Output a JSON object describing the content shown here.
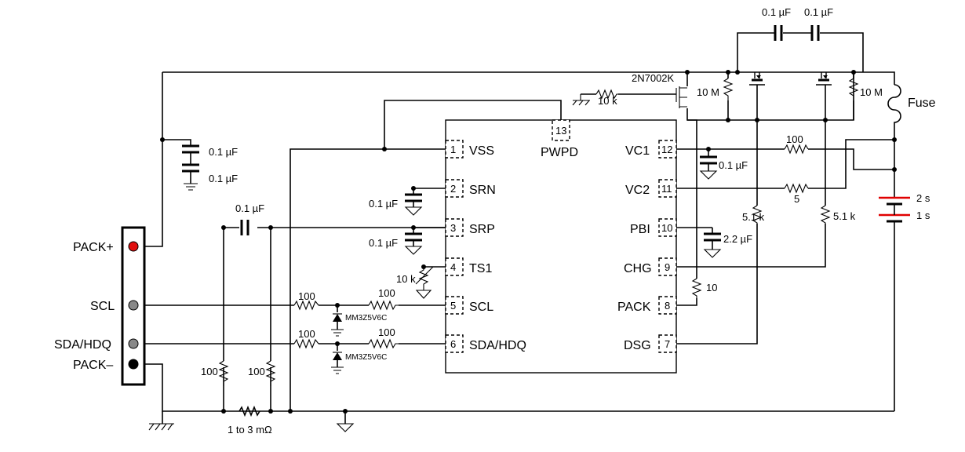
{
  "fuse_label": "Fuse",
  "mosfet_label": "2N7002K",
  "gate_resistor": "10 k",
  "chg_dsg_bias_resistors": [
    "10 M",
    "10 M"
  ],
  "fet_caps": [
    "0.1 µF",
    "0.1 µF"
  ],
  "cells": [
    "2 s",
    "1 s"
  ],
  "connector": {
    "pins": [
      "PACK+",
      "SCL",
      "SDA/HDQ",
      "PACK–"
    ],
    "pin_colors": [
      "#e01010",
      "#888888",
      "#888888",
      "#000000"
    ]
  },
  "chip_pins_left": [
    {
      "num": "1",
      "name": "VSS"
    },
    {
      "num": "2",
      "name": "SRN"
    },
    {
      "num": "3",
      "name": "SRP"
    },
    {
      "num": "4",
      "name": "TS1"
    },
    {
      "num": "5",
      "name": "SCL"
    },
    {
      "num": "6",
      "name": "SDA/HDQ"
    }
  ],
  "chip_pins_right": [
    {
      "num": "12",
      "name": "VC1"
    },
    {
      "num": "11",
      "name": "VC2"
    },
    {
      "num": "10",
      "name": "PBI"
    },
    {
      "num": "9",
      "name": "CHG"
    },
    {
      "num": "8",
      "name": "PACK"
    },
    {
      "num": "7",
      "name": "DSG"
    }
  ],
  "chip_pin_top": {
    "num": "13",
    "name": "PWPD"
  },
  "pack_caps": [
    "0.1 µF",
    "0.1 µF"
  ],
  "sense_filter_cap": "0.1 µF",
  "srn_cap": "0.1 µF",
  "srp_cap": "0.1 µF",
  "thermistor": "10 k",
  "scl_resistors": [
    "100",
    "100"
  ],
  "sda_resistors": [
    "100",
    "100"
  ],
  "zener": "MM3Z5V6C",
  "sense_filter_resistors": [
    "100",
    "100"
  ],
  "sense_resistor": "1 to 3 mΩ",
  "vc1_resistor": "100",
  "vc1_cap": "0.1 µF",
  "vc2_resistor": "5",
  "pbi_cap": "2.2 µF",
  "pack_resistor": "10",
  "gate_resistors": [
    "5.1 k",
    "5.1 k"
  ]
}
